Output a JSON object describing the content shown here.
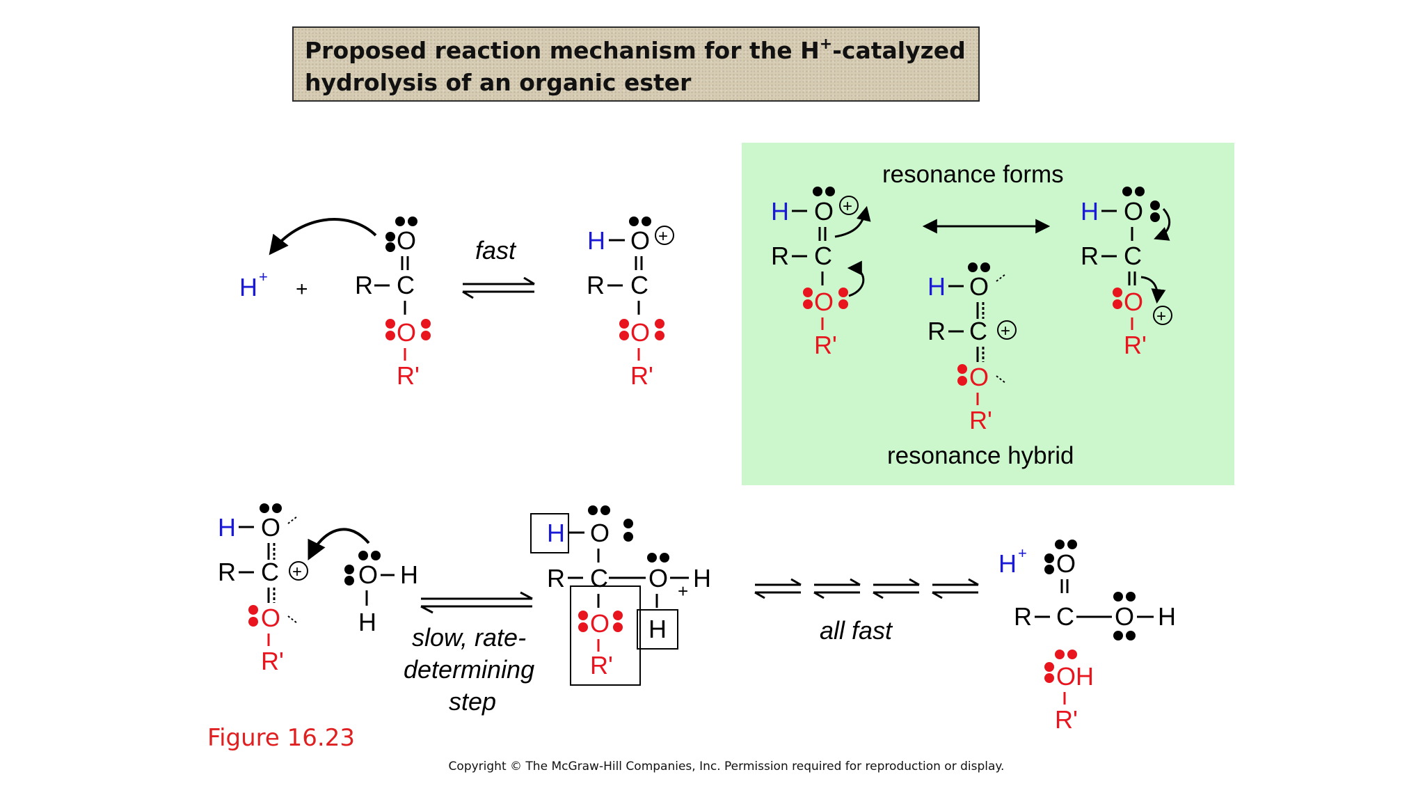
{
  "title": {
    "line1_before_sup": "Proposed reaction mechanism for the H",
    "line1_sup": "+",
    "line1_after_sup": "-catalyzed",
    "line2": "hydrolysis of an organic ester"
  },
  "labels": {
    "fast": "fast",
    "resonance_forms": "resonance forms",
    "resonance_hybrid": "resonance hybrid",
    "slow_line1": "slow, rate-",
    "slow_line2": "determining",
    "slow_line3": "step",
    "all_fast": "all fast"
  },
  "atoms": {
    "H": "H",
    "O": "O",
    "C": "C",
    "R": "R",
    "R_prime": "R'",
    "OH": "OH",
    "plus_sign": "+",
    "charge_plus": "+",
    "bond": "–",
    "double_bond": "=",
    "vertical_bond": "|"
  },
  "figure_label": "Figure 16.23",
  "copyright": "Copyright ©  The McGraw-Hill Companies, Inc. Permission required for reproduction or display.",
  "colors": {
    "oxygen": "#e8141e",
    "hydrogen": "#1a1ad6",
    "panel": "#ccf7cc",
    "title_box": "#d6ccb4"
  }
}
